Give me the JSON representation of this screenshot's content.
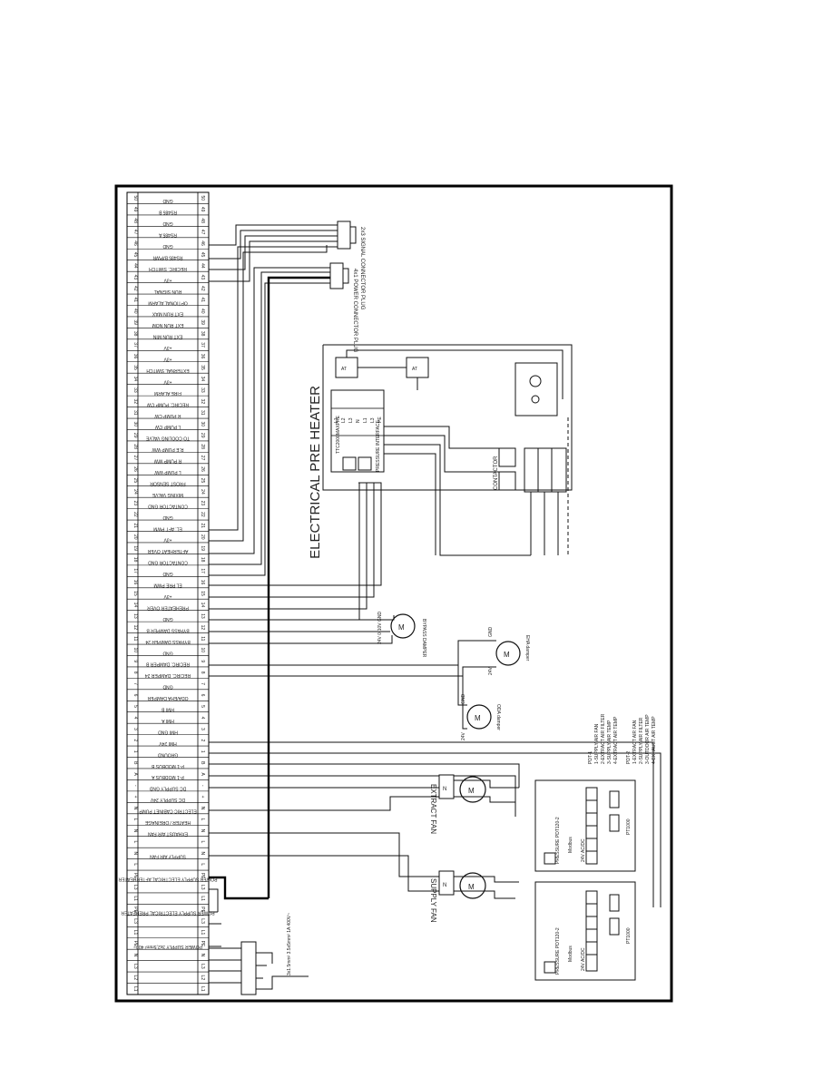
{
  "terminal_strip": {
    "rows": [
      {
        "num": "50",
        "label": "GND"
      },
      {
        "num": "49",
        "label": "RS485 B"
      },
      {
        "num": "48",
        "label": "GND"
      },
      {
        "num": "47",
        "label": "RS485 A"
      },
      {
        "num": "46",
        "label": "GND"
      },
      {
        "num": "45",
        "label": "RS485 B/PWR"
      },
      {
        "num": "44",
        "label": "RECIRC. SWITCH"
      },
      {
        "num": "43",
        "label": "+3V"
      },
      {
        "num": "42",
        "label": "RUN SIGNAL"
      },
      {
        "num": "41",
        "label": "OPTIONAL ALARM"
      },
      {
        "num": "40",
        "label": "EXT RUN MAX"
      },
      {
        "num": "39",
        "label": "EXT RUN NOM"
      },
      {
        "num": "38",
        "label": "EXT RUN MIN"
      },
      {
        "num": "37",
        "label": "+3V"
      },
      {
        "num": "36",
        "label": "+3V"
      },
      {
        "num": "35",
        "label": "EXTERNAL SWITCH"
      },
      {
        "num": "34",
        "label": "+3V"
      },
      {
        "num": "33",
        "label": "FIRE ALARM"
      },
      {
        "num": "32",
        "label": "RECIRC. PUMP CW"
      },
      {
        "num": "31",
        "label": "R PUMP CW"
      },
      {
        "num": "30",
        "label": "L PUMP CW"
      },
      {
        "num": "29",
        "label": "TO COOLING VALVE"
      },
      {
        "num": "28",
        "label": "R.E PUMP WW"
      },
      {
        "num": "27",
        "label": "R PUMP WW"
      },
      {
        "num": "26",
        "label": "L PUMP WW"
      },
      {
        "num": "25",
        "label": "FROST SENSOR"
      },
      {
        "num": "24",
        "label": "MIXING VALVE"
      },
      {
        "num": "23",
        "label": "CONTACTOR GND"
      },
      {
        "num": "22",
        "label": "GND"
      },
      {
        "num": "21",
        "label": "EL. AFT PWM"
      },
      {
        "num": "20",
        "label": "+3V"
      },
      {
        "num": "19",
        "label": "AFTERHEAT OVER"
      },
      {
        "num": "18",
        "label": "CONTACTOR GND"
      },
      {
        "num": "17",
        "label": "GND"
      },
      {
        "num": "16",
        "label": "EL PRE PWM"
      },
      {
        "num": "15",
        "label": "+3V"
      },
      {
        "num": "14",
        "label": "PREHEATER OVER"
      },
      {
        "num": "13",
        "label": "GND"
      },
      {
        "num": "12",
        "label": "BYPASS DAMPER B"
      },
      {
        "num": "11",
        "label": "BYPASS DAMPER 24"
      },
      {
        "num": "10",
        "label": "GND"
      },
      {
        "num": "9",
        "label": "RECIRC. DAMPER B"
      },
      {
        "num": "8",
        "label": "RECIRC. DAMPER 24"
      },
      {
        "num": "7",
        "label": "GND"
      },
      {
        "num": "6",
        "label": "ODA/EHA DAMPER"
      },
      {
        "num": "5",
        "label": "HMI B"
      },
      {
        "num": "4",
        "label": "HMI A"
      },
      {
        "num": "3",
        "label": "HMI GND"
      },
      {
        "num": "2",
        "label": "HMI 24V"
      },
      {
        "num": "1",
        "label": "GROUND"
      },
      {
        "num": "B",
        "label": "P-1 MODBUS B"
      },
      {
        "num": "A",
        "label": "P-1 MODBUS A"
      },
      {
        "num": "-",
        "label": "DC SUPPLY GND"
      },
      {
        "num": "+",
        "label": "DC SUPPLY 24V"
      },
      {
        "num": "N",
        "label": "ELECTRIC CABINET PUMP"
      },
      {
        "num": "L",
        "label": "HEATER / DREINAGE"
      },
      {
        "num": "N",
        "label": "EXHAUST AIR FAN"
      },
      {
        "num": "L",
        "label": ""
      },
      {
        "num": "N",
        "label": "SUPPLY AIR FAN"
      },
      {
        "num": "L",
        "label": ""
      },
      {
        "num": "PE",
        "label": "POWER SUPPLY ELECTRICAL AFTERHEATER"
      },
      {
        "num": "L3",
        "label": ""
      },
      {
        "num": "L1",
        "label": ""
      },
      {
        "num": "PE",
        "label": "POWER SUPPLY ELECTRICAL PREHEATER"
      },
      {
        "num": "L3",
        "label": ""
      },
      {
        "num": "L1",
        "label": ""
      },
      {
        "num": "PE",
        "label": "POWER SUPPLY 3x2,5mm² 400~"
      },
      {
        "num": "N",
        "label": ""
      },
      {
        "num": "L3",
        "label": ""
      },
      {
        "num": "L2",
        "label": ""
      },
      {
        "num": "L1",
        "label": ""
      }
    ]
  },
  "connectors": {
    "signal_plug": "2x3 SIGNAL CONNECTOR PLUG",
    "power_plug": "4x1 POWER CONNECTOR PLUG"
  },
  "preheater": {
    "title": "ELECTRICAL PRE HEATER",
    "controller": "TTC2000MAXPRE",
    "pressure": "PRESSURE INTERFACE",
    "contactor": "CONTACTOR",
    "pins": [
      "L1",
      "L2",
      "L3",
      "N",
      "L1",
      "L3",
      "PE"
    ]
  },
  "dampers": {
    "bypass": "BYPASS DAMPER",
    "bypass_volt": "24V  0-10V GND",
    "eha": "EHA damper",
    "oda": "ODA damper",
    "motor": "M",
    "gnd": "GND",
    "v24": "24V"
  },
  "fans": {
    "supply": "SUPPLY FAN",
    "extract": "EXTRACT FAN",
    "motor": "M"
  },
  "mains": {
    "label": "3x1.5mm² 3.5x5mm² 1A 400V~"
  },
  "pressure_sensors": {
    "left_title": "PRESSURE PDT120-2",
    "right_title": "PRESSURE PDT120-2",
    "inputs": "24V AC/DC",
    "modes": "Modbus",
    "pt1000": "PT1000"
  },
  "legend": {
    "pdt1": [
      "PDT-1",
      "1-SUPPLY AIR FAN",
      "2-EXTRACT AIR FILTER",
      "3-SUPPLY AIR TEMP",
      "4-EXTRACT AIR TEMP"
    ],
    "pdt2": [
      "PDT-2",
      "1-EXTRACT AIR FAN",
      "2-SUPPLY AIR FILTER",
      "3-OUTDOOR AIR TEMP",
      "4-EXHAUST AIR TEMP"
    ]
  }
}
